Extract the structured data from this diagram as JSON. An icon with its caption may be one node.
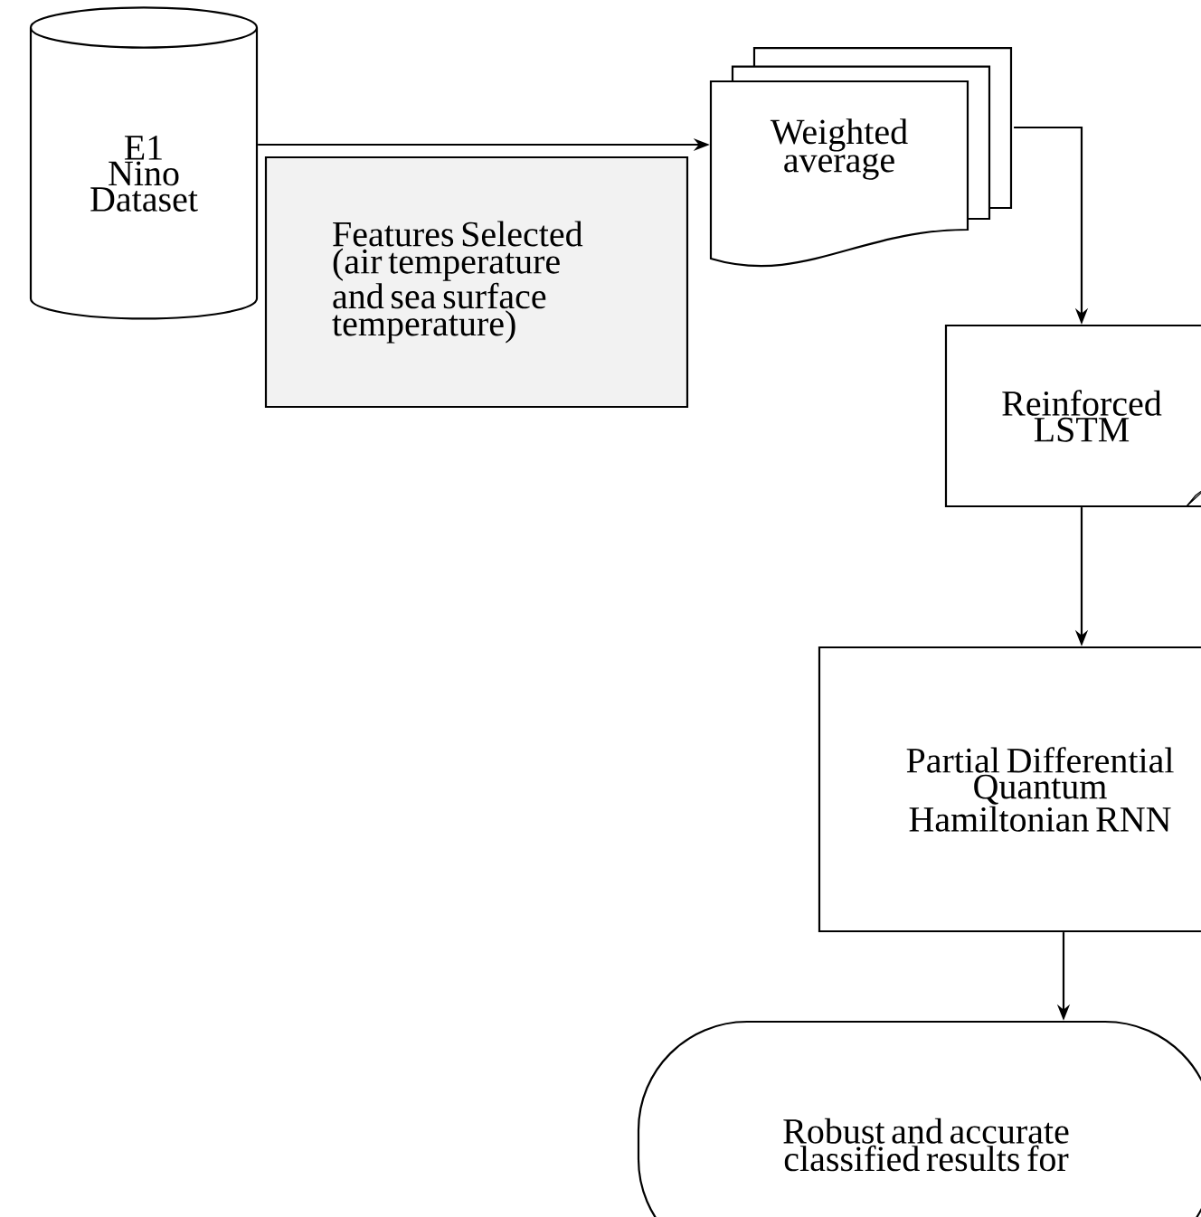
{
  "diagram": {
    "nodes": [
      {
        "text": [
          "E1 Nino Dataset"
        ]
      },
      {
        "text": [
          "Features Selected (air temperature and sea surface temperature)"
        ]
      },
      {
        "text": [
          "Weighted average"
        ]
      },
      {
        "text": [
          "Reinforced LSTM"
        ]
      },
      {
        "text": [
          "Partial Differential Quantum Hamiltonian RNN"
        ]
      },
      {
        "text": [
          "Robust and accurate classified results for"
        ]
      }
    ],
    "edges": [
      {
        "from": 0,
        "to": 2,
        "arrow": "to"
      },
      {
        "from": 2,
        "to": 3,
        "arrow": "to"
      },
      {
        "from": 3,
        "to": 4,
        "arrow": "to"
      },
      {
        "from": 4,
        "to": 5,
        "arrow": "to"
      }
    ]
  }
}
